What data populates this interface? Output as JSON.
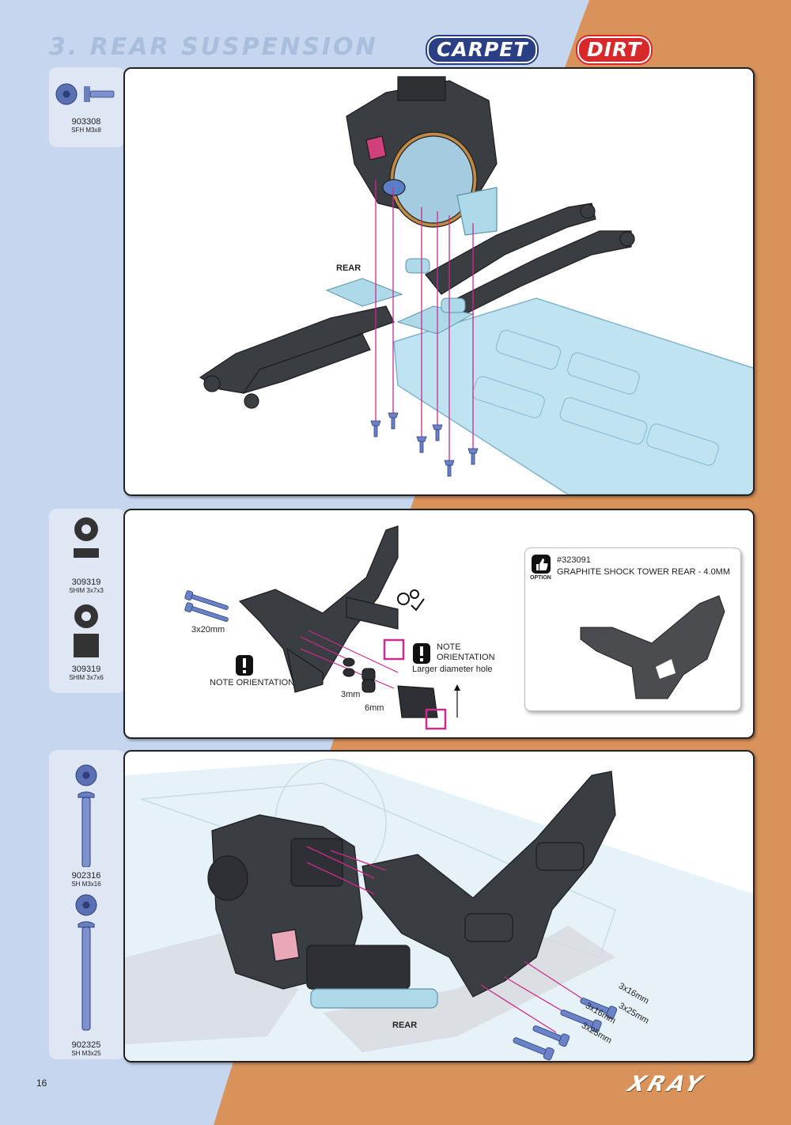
{
  "header": {
    "title": "3. REAR SUSPENSION",
    "badges": [
      "CARPET",
      "DIRT"
    ]
  },
  "colors": {
    "bg_blue": "#c5d6ee",
    "bg_orange": "#d9925a",
    "accent_magenta": "#cc2a8c",
    "chassis_blue": "#bfe3f0"
  },
  "step1": {
    "parts": [
      {
        "code": "903308",
        "desc": "SFH M3x8"
      }
    ],
    "labels": {
      "rear": "REAR"
    }
  },
  "step2": {
    "parts": [
      {
        "code": "309319",
        "desc": "SHIM 3x7x3"
      },
      {
        "code": "309319",
        "desc": "SHIM 3x7x6"
      }
    ],
    "labels": {
      "screw_len": "3x20mm",
      "note_left": "NOTE ORIENTATION",
      "note_right_1": "NOTE",
      "note_right_2": "ORIENTATION",
      "larger_hole": "Larger diameter hole",
      "shim_3": "3mm",
      "shim_6": "6mm"
    },
    "option": {
      "tag": "OPTION",
      "part_no": "#323091",
      "name": "GRAPHITE SHOCK TOWER REAR - 4.0MM"
    }
  },
  "step3": {
    "parts": [
      {
        "code": "902316",
        "desc": "SH M3x16"
      },
      {
        "code": "902325",
        "desc": "SH M3x25"
      }
    ],
    "labels": {
      "rear": "REAR",
      "s1": "3x16mm",
      "s2": "3x25mm",
      "s3": "3x16mm",
      "s4": "3x25mm"
    }
  },
  "footer": {
    "page_number": "16",
    "brand": "XRAY"
  }
}
